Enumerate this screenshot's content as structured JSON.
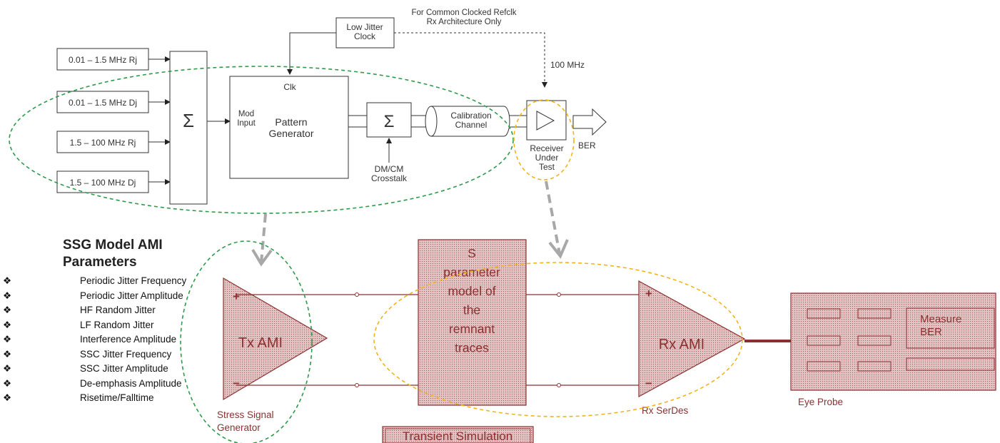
{
  "top_diagram": {
    "jitter_sources": [
      "0.01 – 1.5 MHz Rj",
      "0.01 – 1.5 MHz Dj",
      "1.5 – 100 MHz Rj",
      "1.5 – 100 MHz Dj"
    ],
    "sum_symbol": "Σ",
    "low_jitter_clock": "Low Jitter\nClock",
    "common_clock_note": "For Common Clocked Refclk\nRx Architecture Only",
    "clk_label": "Clk",
    "mod_input": "Mod\nInput",
    "pattern_generator": "Pattern\nGenerator",
    "crosstalk": "DM/CM\nCrosstalk",
    "calibration_channel": "Calibration\nChannel",
    "freq_100mhz": "100 MHz",
    "receiver_under_test": "Receiver\nUnder\nTest",
    "ber": "BER"
  },
  "ssg_params": {
    "title": "SSG Model AMI\nParameters",
    "bullet": "❖",
    "items": [
      "Periodic Jitter Frequency",
      "Periodic Jitter Amplitude",
      "HF Random Jitter",
      "LF Random Jitter",
      "Interference Amplitude",
      "SSC Jitter Frequency",
      "SSC Jitter Amplitude",
      "De-emphasis Amplitude",
      "Risetime/Falltime"
    ]
  },
  "bottom_diagram": {
    "tx_ami": "Tx AMI",
    "stress_signal_generator": "Stress Signal\nGenerator",
    "s_param_model": "S\nparameter\nmodel of\nthe\nremnant\ntraces",
    "transient_simulation": "Transient Simulation",
    "rx_ami": "Rx AMI",
    "rx_serdes": "Rx SerDes",
    "measure_ber": "Measure\nBER",
    "eye_probe": "Eye Probe",
    "plus_sign": "+",
    "minus_sign": "−"
  },
  "colors": {
    "line": "#333333",
    "green_dash": "#2e9a4a",
    "yellow_dash": "#f2b41e",
    "maroon": "#8c2f2f",
    "maroon_fill": "#dcb2b2",
    "arrow_gray": "#a8a8a8"
  }
}
